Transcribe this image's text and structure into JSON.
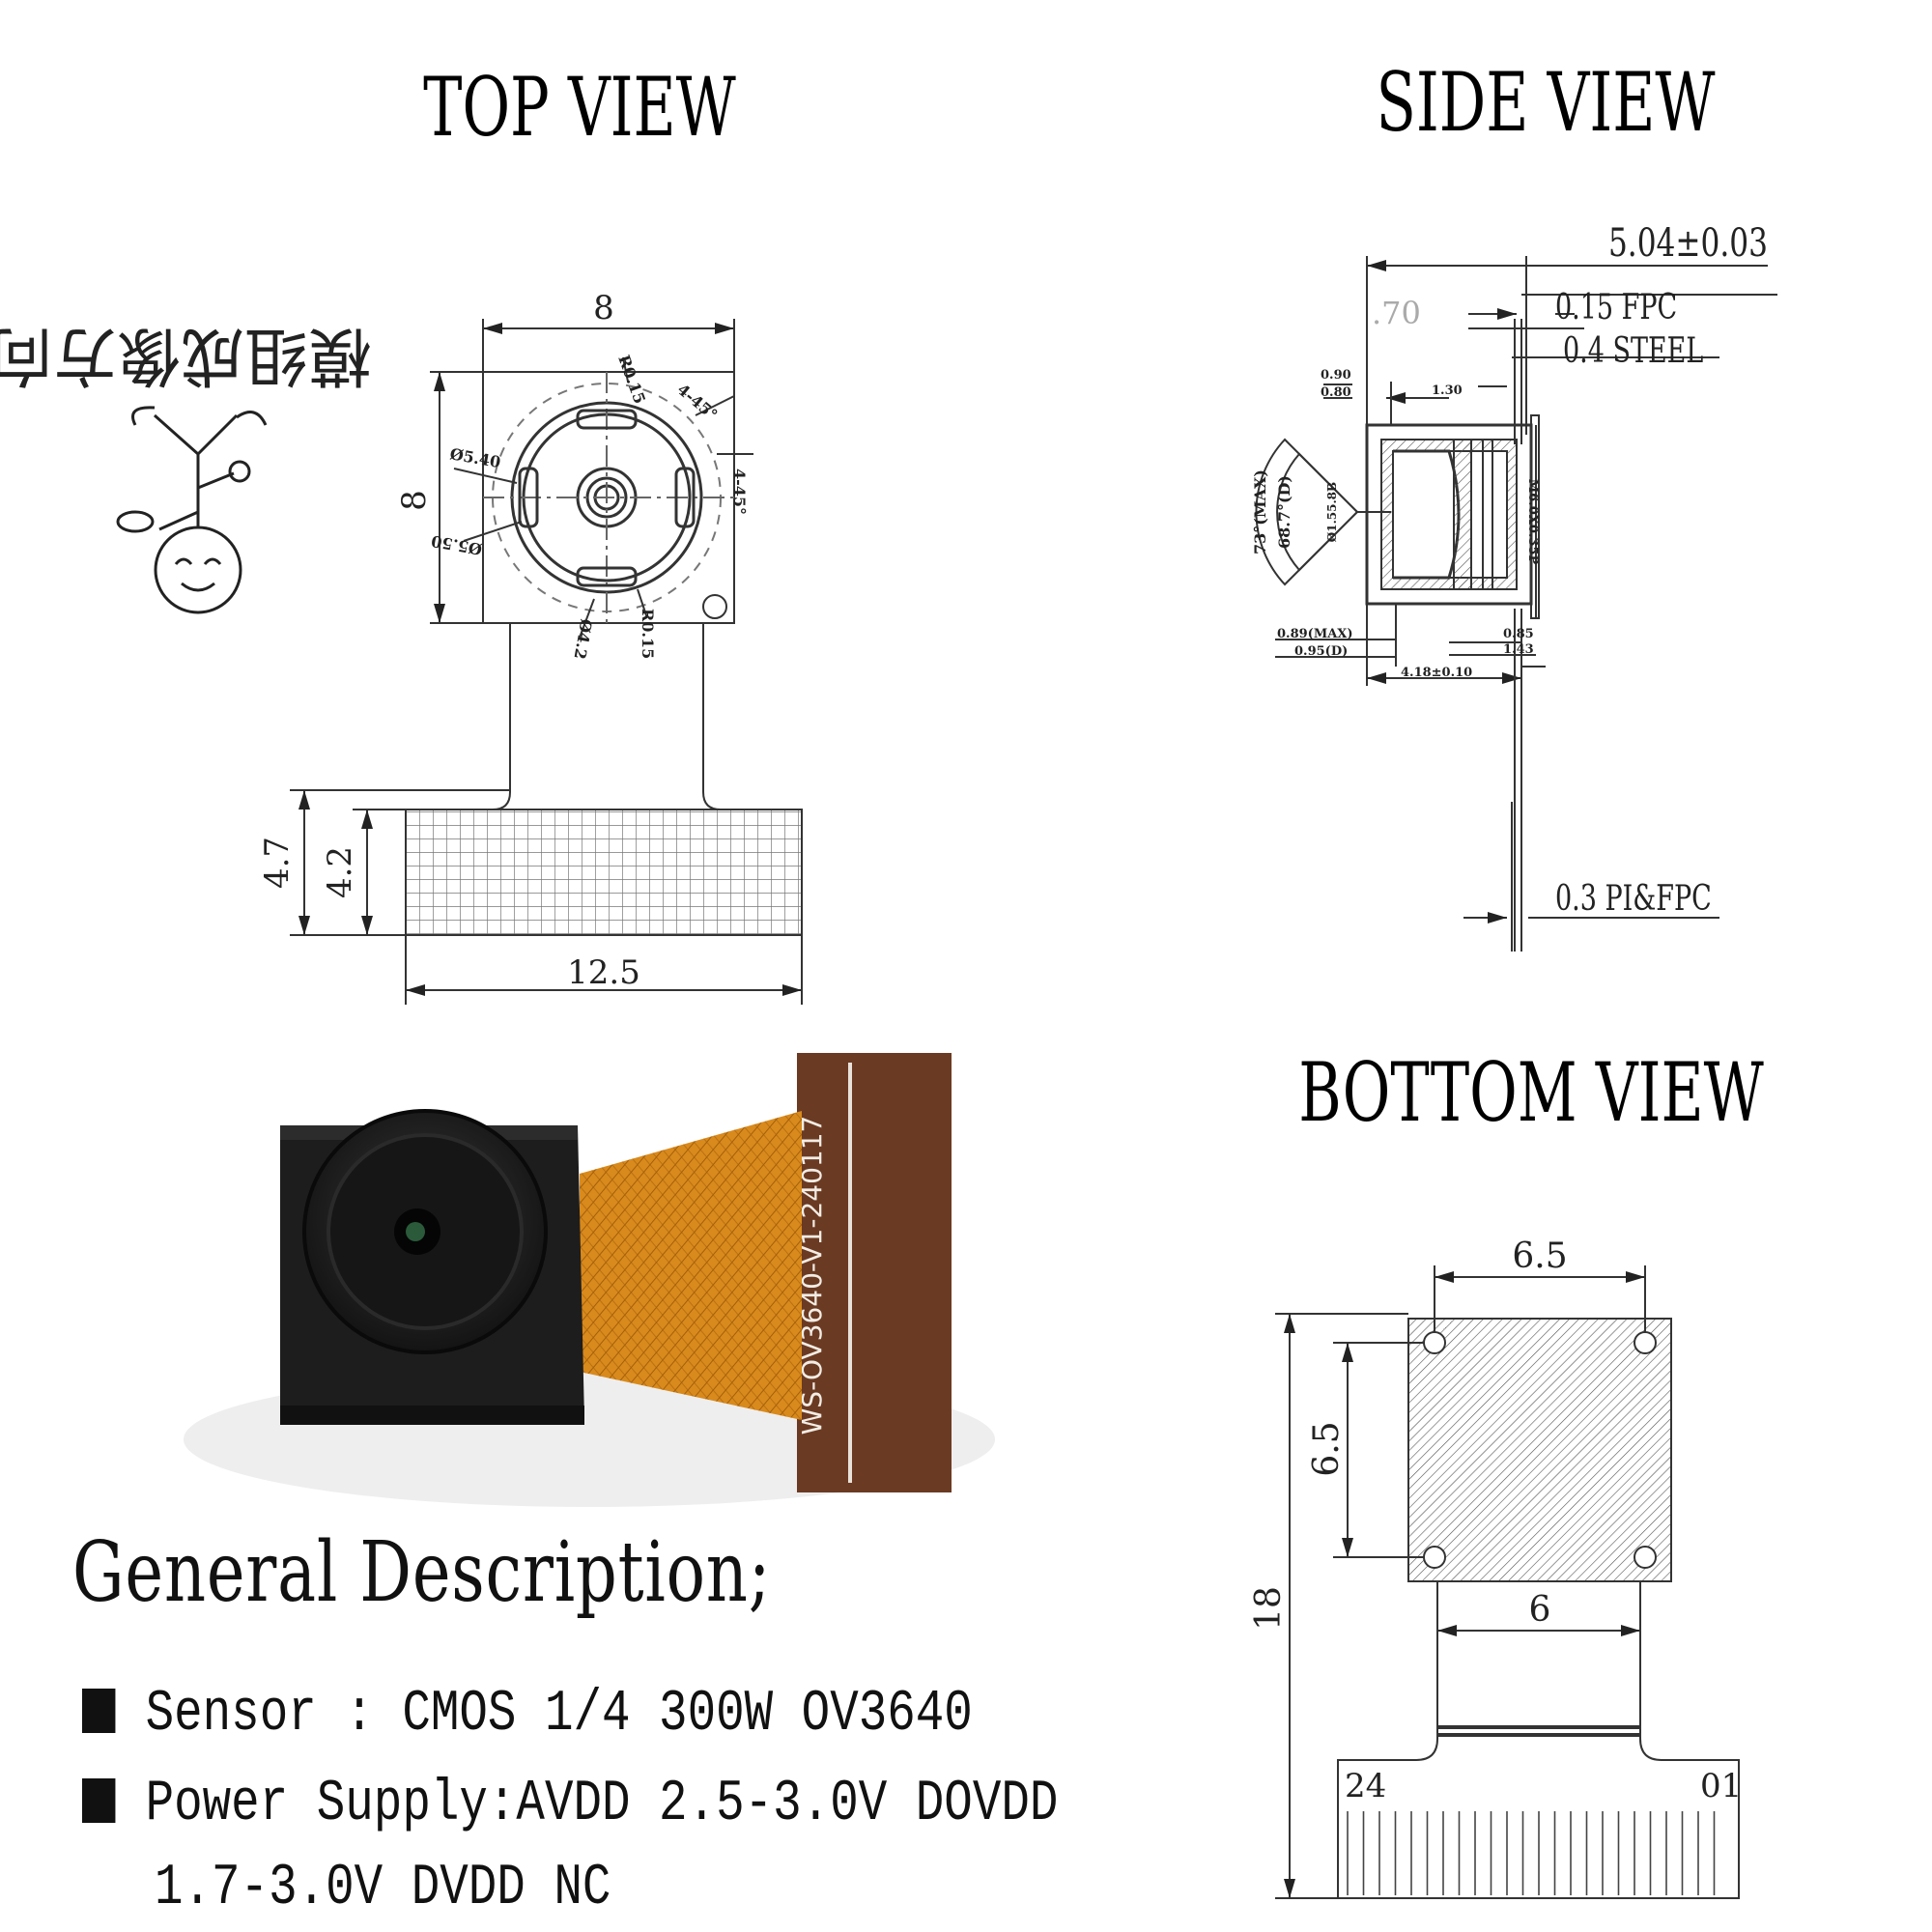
{
  "views": {
    "top": "TOP  VIEW",
    "side": "SIDE  VIEW",
    "bottom": "BOTTOM  VIEW"
  },
  "orientation_label": "模组成像方向",
  "top_view": {
    "width": "8",
    "height": "8",
    "radius_top": "R0.15",
    "radius_bottom": "R0.15",
    "angle_1": "4-45°",
    "angle_2": "4-45°",
    "dia_1": "Ø5.40",
    "dia_2": "Ø5.50",
    "dim_ab": "Ø4.2",
    "stiffener_h1": "4.7",
    "stiffener_h2": "4.2",
    "stiffener_w": "12.5"
  },
  "side_view": {
    "total": "5.04±0.03",
    "dim_70": ".70",
    "fpc": "0.15 FPC",
    "steel": "0.4 STEEL",
    "d090": "0.90",
    "d080": "0.80",
    "d130": "1.30",
    "fov_max": "73°(MAX)",
    "fov_ref": "68.7°(D)",
    "lens_dia": "Ø1.55.8B",
    "thread": "M6.0X0.35P",
    "d089": "0.89(MAX)",
    "d095": "0.95(D)",
    "d085": "0.85",
    "d143": "1.43",
    "d418": "4.18±0.10",
    "pi_fpc": "0.3 PI&FPC"
  },
  "bottom_view": {
    "hole_w": "6.5",
    "hole_h": "6.5",
    "tail_w": "6",
    "total_len": "18",
    "pin_left": "24",
    "pin_right": "01"
  },
  "pcb_marking": "WS-OV3640-V1-240117",
  "description": {
    "title": "General Description;",
    "sensor": "Sensor : CMOS 1/4 300W OV3640",
    "power_1": "Power Supply:AVDD 2.5-3.0V DOVDD",
    "power_2": "1.7-3.0V DVDD NC"
  },
  "colors": {
    "module_body": "#1d1d1d",
    "flex": "#d98a1c",
    "board": "#6b3a22"
  }
}
